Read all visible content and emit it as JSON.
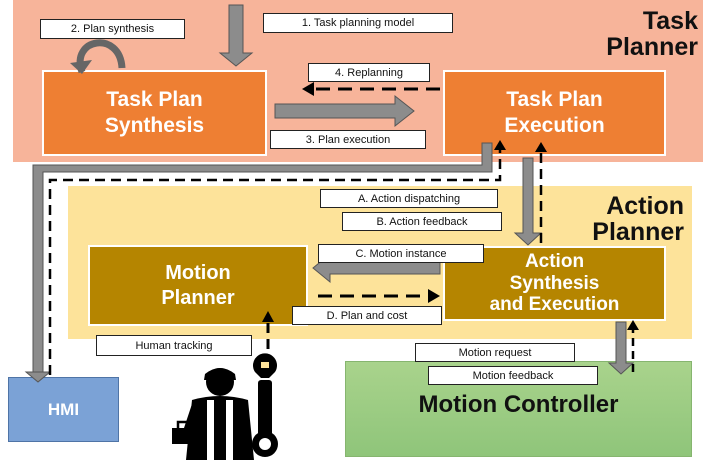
{
  "regions": {
    "task_planner": "Task\nPlanner",
    "action_planner": "Action\nPlanner",
    "motion_controller": "Motion Controller"
  },
  "boxes": {
    "task_plan_synthesis": "Task Plan\nSynthesis",
    "task_plan_execution": "Task Plan\nExecution",
    "motion_planner": "Motion\nPlanner",
    "action_synthesis_execution": "Action\nSynthesis\nand Execution",
    "hmi": "HMI"
  },
  "labels": {
    "plan_synthesis": "2. Plan synthesis",
    "task_planning_model": "1. Task planning model",
    "replanning": "4. Replanning",
    "plan_execution": "3. Plan execution",
    "action_dispatching": "A. Action dispatching",
    "action_feedback": "B. Action feedback",
    "motion_instance": "C. Motion instance",
    "plan_and_cost": "D. Plan and cost",
    "human_tracking": "Human tracking",
    "motion_request": "Motion request",
    "motion_feedback": "Motion feedback"
  },
  "colors": {
    "task_region": "#f7b49a",
    "action_region": "#fde39a",
    "motion_controller_region": "#a9d38c",
    "task_box": "#ee7f33",
    "action_box": "#b58500",
    "hmi_box": "#7ba2d6",
    "arrow_fill": "#8c8c8c"
  },
  "icons": [
    "human-worker-icon",
    "wrench-icon",
    "toolbox-icon"
  ]
}
